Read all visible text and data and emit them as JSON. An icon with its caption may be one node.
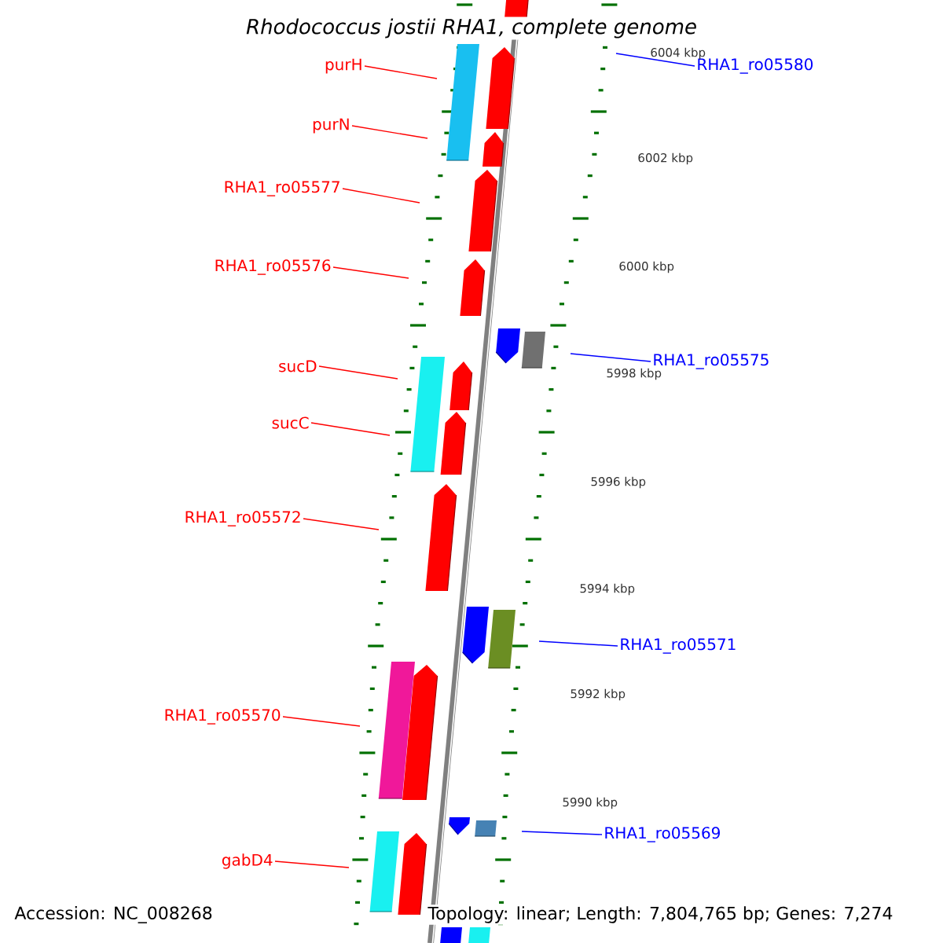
{
  "diagram": {
    "title": "Rhodococcus jostii RHA1, complete genome",
    "nodes": [
      {
        "text": [
          "purH"
        ]
      },
      {
        "text": [
          "purN"
        ]
      },
      {
        "text": [
          "RHA1_ro05577"
        ]
      },
      {
        "text": [
          "RHA1_ro05576"
        ]
      },
      {
        "text": [
          "sucD"
        ]
      },
      {
        "text": [
          "sucC"
        ]
      },
      {
        "text": [
          "RHA1_ro05572"
        ]
      },
      {
        "text": [
          "RHA1_ro05570"
        ]
      },
      {
        "text": [
          "gabD4"
        ]
      },
      {
        "text": [
          "RHA1_ro05580"
        ]
      },
      {
        "text": [
          "RHA1_ro05575"
        ]
      },
      {
        "text": [
          "RHA1_ro05571"
        ]
      },
      {
        "text": [
          "RHA1_ro05569"
        ]
      }
    ],
    "edges": [
      {
        "from": 0,
        "to": null,
        "arrow": "none"
      },
      {
        "from": 1,
        "to": null,
        "arrow": "none"
      },
      {
        "from": 2,
        "to": null,
        "arrow": "none"
      },
      {
        "from": 3,
        "to": null,
        "arrow": "none"
      },
      {
        "from": 4,
        "to": null,
        "arrow": "none"
      },
      {
        "from": 5,
        "to": null,
        "arrow": "none"
      },
      {
        "from": 6,
        "to": null,
        "arrow": "none"
      },
      {
        "from": 7,
        "to": null,
        "arrow": "none"
      },
      {
        "from": 8,
        "to": null,
        "arrow": "none"
      },
      {
        "from": 9,
        "to": null,
        "arrow": "none",
        "color": "#0000ff"
      },
      {
        "from": 10,
        "to": null,
        "arrow": "none",
        "color": "#0000ff"
      },
      {
        "from": 11,
        "to": null,
        "arrow": "none",
        "color": "#0000ff"
      },
      {
        "from": 12,
        "to": null,
        "arrow": "none",
        "color": "#0000ff"
      }
    ],
    "labels": [
      "6004 kbp",
      "6002 kbp",
      "6000 kbp",
      "5998 kbp",
      "5996 kbp",
      "5994 kbp",
      "5992 kbp",
      "5990 kbp",
      "Accession: NC_008268",
      "Topology: linear; Length: 7,804,765 bp; Genes: 7,274"
    ]
  }
}
